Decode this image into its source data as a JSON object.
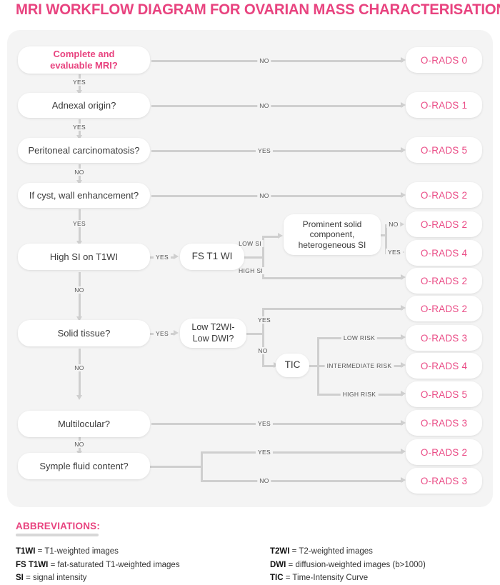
{
  "title": "MRI WORKFLOW DIAGRAM FOR OVARIAN MASS CHARACTERISATION",
  "colors": {
    "accent_pink": "#e8437f",
    "orads_pink": "#ea4c86",
    "panel_bg": "#f4f4f4",
    "node_bg": "#ffffff",
    "connector": "#cfcfcf",
    "node_text": "#3a3a3a"
  },
  "nodes": {
    "n1": "Complete and\nevaluable MRI?",
    "n1_line1": "Complete and",
    "n1_line2": "evaluable MRI?",
    "n2": "Adnexal origin?",
    "n3": "Peritoneal carcinomatosis?",
    "n4": "If cyst, wall enhancement?",
    "n5": "High SI on T1WI",
    "n6": "FS T1 WI",
    "n7_line1": "Prominent solid",
    "n7_line2": "component,",
    "n7_line3": "heterogeneous SI",
    "n8": "Solid tissue?",
    "n9_line1": "Low T2WI-",
    "n9_line2": "Low DWI?",
    "n10": "TIC",
    "n11": "Multilocular?",
    "n12": "Symple fluid content?"
  },
  "edge_labels": {
    "e1_no": "NO",
    "e1_yes": "YES",
    "e2_no": "NO",
    "e2_yes": "YES",
    "e3_yes": "YES",
    "e3_no": "NO",
    "e4_no": "NO",
    "e4_yes": "YES",
    "e5_yes": "YES",
    "e5_no": "NO",
    "e6_lowsi": "LOW SI",
    "e6_highsi": "HIGH SI",
    "e7_no": "NO",
    "e7_yes": "YES",
    "e8_yes": "YES",
    "e8_no": "NO",
    "e9_yes": "YES",
    "e9_no": "NO",
    "e10_low": "LOW RISK",
    "e10_int": "INTERMEDIATE RISK",
    "e10_high": "HIGH RISK",
    "e11_yes": "YES",
    "e11_no": "NO",
    "e12_yes": "YES",
    "e12_no": "NO"
  },
  "outcomes": {
    "o0": "O-RADS 0",
    "o1": "O-RADS 1",
    "o5a": "O-RADS 5",
    "o2a": "O-RADS 2",
    "o2b": "O-RADS 2",
    "o4a": "O-RADS 4",
    "o2c": "O-RADS 2",
    "o2d": "O-RADS 2",
    "o3a": "O-RADS 3",
    "o4b": "O-RADS 4",
    "o5b": "O-RADS 5",
    "o3b": "O-RADS 3",
    "o2e": "O-RADS 2",
    "o3c": "O-RADS 3"
  },
  "abbreviations": {
    "heading": "ABBREVIATIONS:",
    "left": [
      {
        "term": "T1WI",
        "definition": " = T1-weighted images"
      },
      {
        "term": "FS T1WI",
        "definition": " = fat-saturated T1-weighted images"
      },
      {
        "term": "SI",
        "definition": " = signal intensity"
      }
    ],
    "right": [
      {
        "term": "T2WI",
        "definition": " = T2-weighted images"
      },
      {
        "term": "DWI",
        "definition": " = diffusion-weighted images (b>1000)"
      },
      {
        "term": "TIC",
        "definition": " = Time-Intensity Curve"
      }
    ]
  }
}
